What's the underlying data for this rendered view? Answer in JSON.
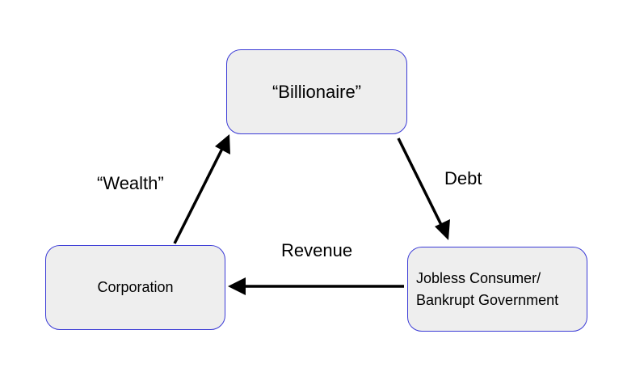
{
  "nodes": {
    "billionaire": "“Billionaire”",
    "corporation": "Corporation",
    "consumer_line1": "Jobless Consumer/",
    "consumer_line2": "Bankrupt Government"
  },
  "edges": {
    "wealth": "“Wealth”",
    "debt": "Debt",
    "revenue": "Revenue"
  },
  "colors": {
    "node_border": "#3b3bd6",
    "node_fill": "#eeeeee",
    "arrow": "#000000"
  }
}
